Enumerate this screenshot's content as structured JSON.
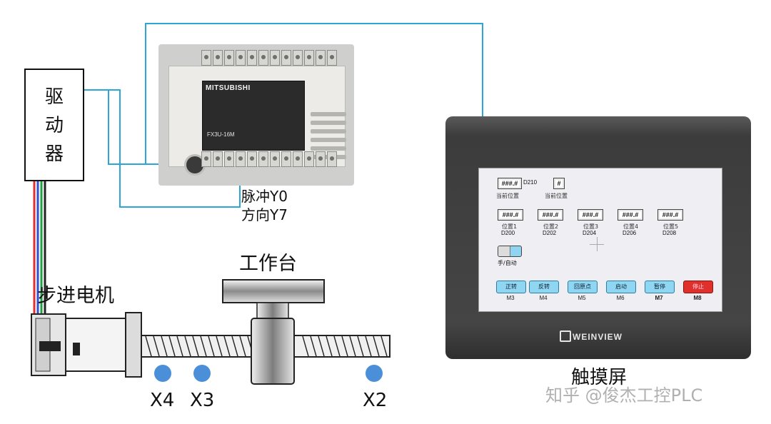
{
  "driver": {
    "label": "驱\n动\n器"
  },
  "plc": {
    "brand": "MITSUBISHI",
    "model": "FX3U-16M",
    "pulse_output": "脉冲Y0",
    "direction_output": "方向Y7"
  },
  "worktable": {
    "label": "工作台"
  },
  "motor": {
    "label": "步进电机"
  },
  "sensors": [
    {
      "label": "X4"
    },
    {
      "label": "X3"
    },
    {
      "label": "X2"
    }
  ],
  "hmi": {
    "label": "触摸屏",
    "brand": "WEINVIEW",
    "current_position": {
      "value": "###.#",
      "register": "D210",
      "caption": "当前位置"
    },
    "current_position_index": {
      "value": "#",
      "caption": "当前位置"
    },
    "positions": [
      {
        "value": "###.#",
        "caption": "位置1",
        "register": "D200"
      },
      {
        "value": "###.#",
        "caption": "位置2",
        "register": "D202"
      },
      {
        "value": "###.#",
        "caption": "位置3",
        "register": "D204"
      },
      {
        "value": "###.#",
        "caption": "位置4",
        "register": "D206"
      },
      {
        "value": "###.#",
        "caption": "位置5",
        "register": "D208"
      }
    ],
    "mode_toggle": {
      "caption": "手/自动"
    },
    "buttons": [
      {
        "label": "正转",
        "tag": "M3"
      },
      {
        "label": "反转",
        "tag": "M4"
      },
      {
        "label": "回原点",
        "tag": "M5"
      },
      {
        "label": "启动",
        "tag": "M6"
      },
      {
        "label": "暂停",
        "tag": "M7"
      },
      {
        "label": "停止",
        "tag": "M8"
      }
    ]
  },
  "watermark": "知乎 @俊杰工控PLC",
  "colors": {
    "wire_blue": "#2ba6d6",
    "sensor_blue": "#4a8fd8",
    "stop_red": "#e0302c",
    "hmi_button": "#8fd6f2"
  }
}
